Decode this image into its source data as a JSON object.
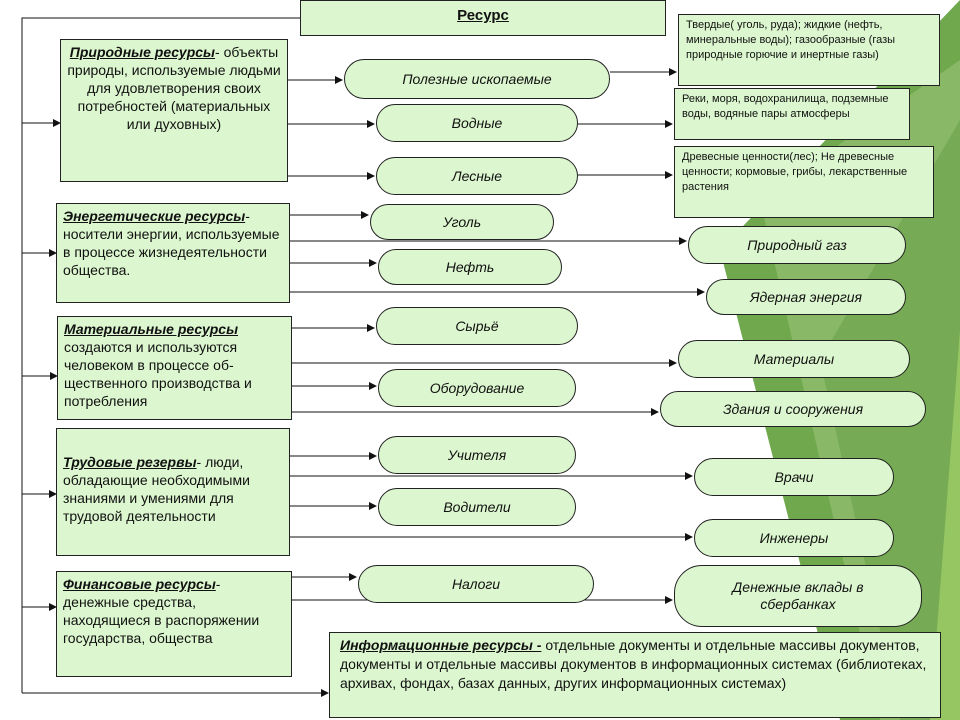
{
  "root": {
    "label": "Ресурс"
  },
  "categories": [
    {
      "title": "Природные ресурсы",
      "sep": "-",
      "text": "объекты природы, используемые людьми для удовлетворения своих потребностей (материальных или духовных)"
    },
    {
      "title": "Энергетические ресурсы",
      "sep": "-",
      "text": "носители энергии, используемые в процессе жизнедеятельности общества."
    },
    {
      "title": "Материальные ресурсы",
      "sep": "",
      "text": "создаются и используются человеком в процессе об-щественного производства и потребления"
    },
    {
      "title": "Трудовые резервы",
      "sep": "- люди,",
      "text": "обладающие необходимыми знаниями и умениями для трудовой деятельности"
    },
    {
      "title": "Финансовые ресурсы",
      "sep": "-",
      "text": "денежные средства, находящиеся в распоряжении государства, общества"
    },
    {
      "title": "Информационные  ресурсы -",
      "sep": "",
      "text": "отдельные документы и отдельные массивы документов,  документы и отдельные массивы документов в информационных системах (библиотеках, архивах, фондах, базах данных, других информационных системах)"
    }
  ],
  "items": {
    "minerals": "Полезные ископаемые",
    "water": "Водные",
    "forest": "Лесные",
    "coal": "Уголь",
    "gas": "Природный газ",
    "oil": "Нефть",
    "nuclear": "Ядерная энергия",
    "raw": "Сырьё",
    "materials": "Материалы",
    "equipment": "Оборудование",
    "buildings": "Здания и сооружения",
    "teachers": "Учителя",
    "doctors": "Врачи",
    "drivers": "Водители",
    "engineers": "Инженеры",
    "taxes": "Налоги",
    "deposits": "Денежные вклады в сбербанках"
  },
  "examples": {
    "minerals": "Твердые( уголь, руда); жидкие (нефть, минеральные   воды); газообразные (газы природные горючие и инертные газы)",
    "water": "Реки, моря, водохранилища, подземные воды, водяные пары атмосферы",
    "forest": "Древесные ценности(лес); Не древесные ценности; кормовые, грибы, лекарственные растения"
  }
}
